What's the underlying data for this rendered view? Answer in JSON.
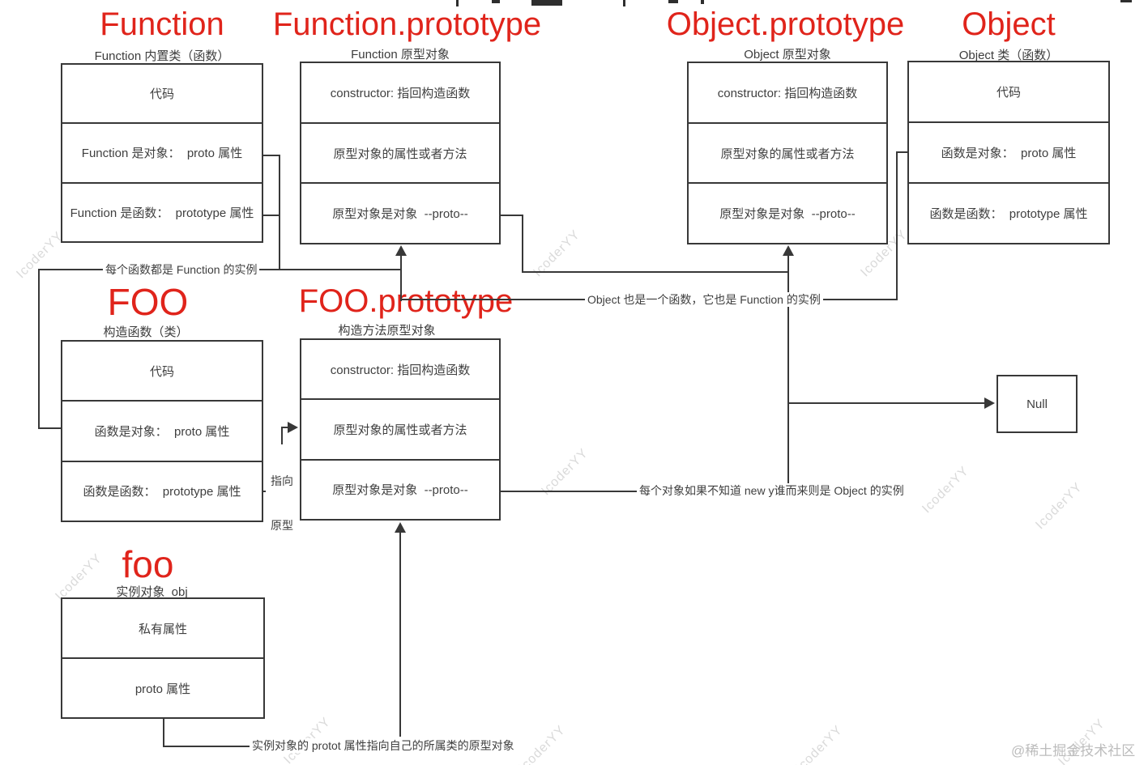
{
  "page": {
    "watermark": "IcoderYY",
    "credit": "@稀土掘金技术社区"
  },
  "colors": {
    "title_red": "#e0241b",
    "line_dark": "#383838",
    "text_gray": "#3f3f3f",
    "watermark_gray": "#dadada"
  },
  "groups": [
    {
      "title": "Function",
      "subtitle": "Function 内置类（函数）",
      "rows": [
        "代码",
        "Function 是对象：  proto 属性",
        "Function 是函数：  prototype 属性"
      ]
    },
    {
      "title": "Function.prototype",
      "subtitle": "Function 原型对象",
      "rows": [
        "constructor: 指回构造函数",
        "原型对象的属性或者方法",
        "原型对象是对象  --proto--"
      ]
    },
    {
      "title": "Object.prototype",
      "subtitle": "Object 原型对象",
      "rows": [
        "constructor: 指回构造函数",
        "原型对象的属性或者方法",
        "原型对象是对象  --proto--"
      ]
    },
    {
      "title": "Object",
      "subtitle": "Object 类（函数）",
      "rows": [
        "代码",
        "函数是对象：  proto 属性",
        "函数是函数：  prototype 属性"
      ]
    },
    {
      "title": "FOO",
      "subtitle": "构造函数（类）",
      "rows": [
        "代码",
        "函数是对象：  proto 属性",
        "函数是函数：  prototype 属性"
      ]
    },
    {
      "title": "FOO.prototype",
      "subtitle": "构造方法原型对象",
      "rows": [
        "constructor: 指回构造函数",
        "原型对象的属性或者方法",
        "原型对象是对象  --proto--"
      ]
    },
    {
      "title": "foo",
      "subtitle": "实例对象  obj",
      "rows": [
        "私有属性",
        "proto 属性"
      ]
    }
  ],
  "null_box": {
    "label": "Null"
  },
  "annotations": {
    "every_function": "每个函数都是 Function 的实例",
    "object_is_function": "Object 也是一个函数，它也是 Function 的实例",
    "every_object": "每个对象如果不知道 new y谁而来则是 Object 的实例",
    "instance_proto": "实例对象的 protot 属性指向自己的所属类的原型对象",
    "pointer_line1": "指向",
    "pointer_line2": "原型"
  }
}
